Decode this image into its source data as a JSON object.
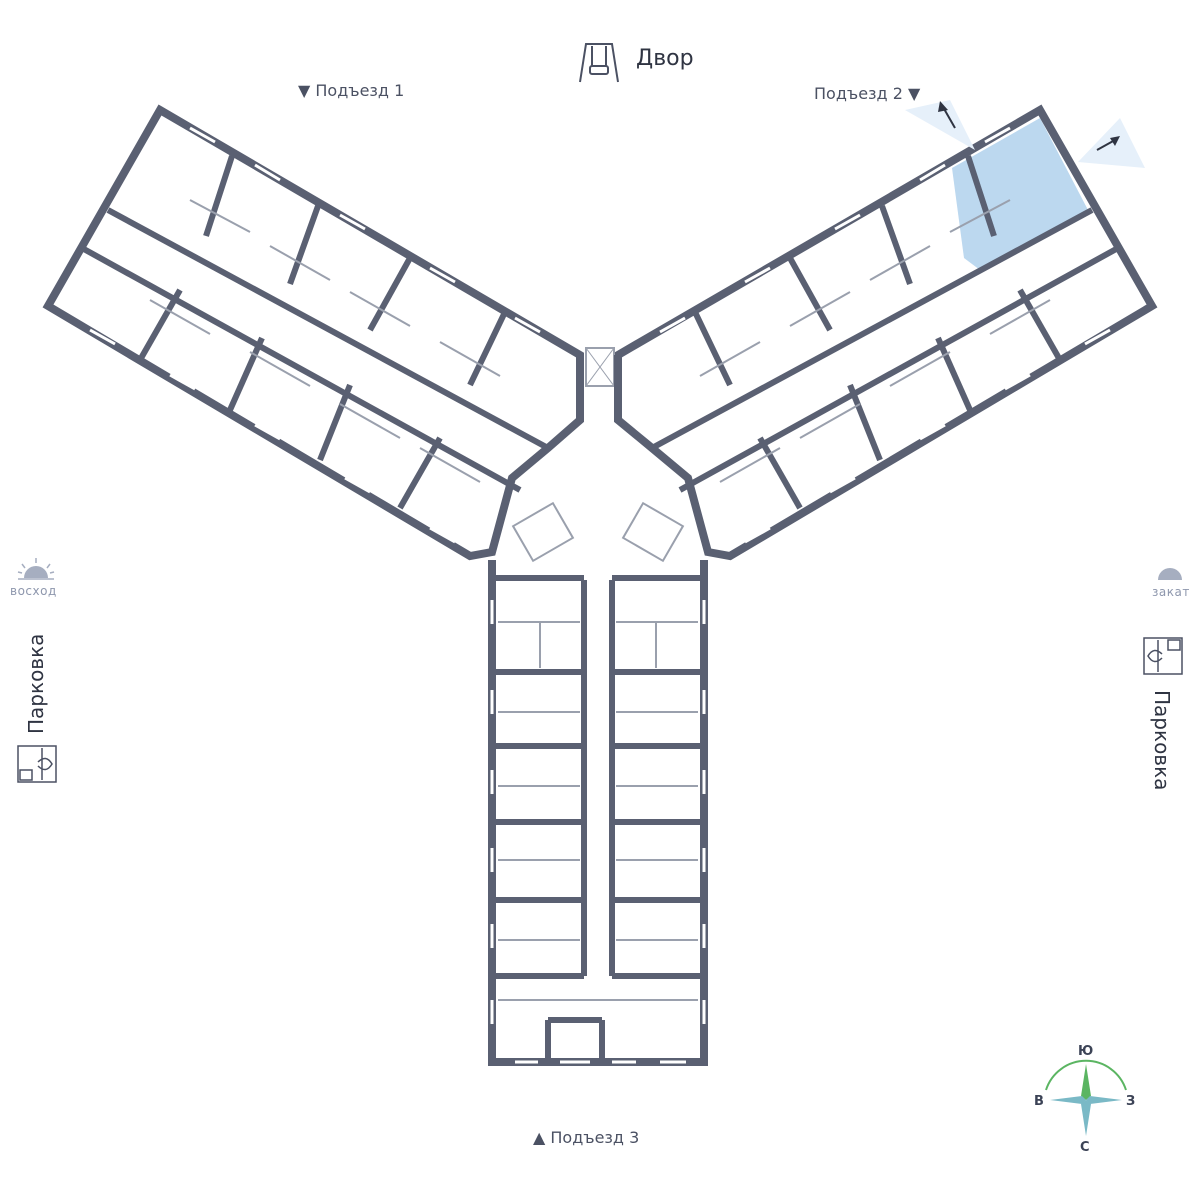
{
  "labels": {
    "courtyard": "Двор",
    "entrance_1": "▼ Подъезд 1",
    "entrance_2": "Подъезд 2 ▼",
    "entrance_3": "▲ Подъезд 3",
    "sunrise": "восход",
    "sunset": "закат",
    "parking_left": "Парковка",
    "parking_right": "Парковка"
  },
  "compass": {
    "south": "Ю",
    "north": "С",
    "east": "В",
    "west": "З"
  },
  "colors": {
    "wall": "#5a6072",
    "partition": "#9aa0ad",
    "highlight": "#bcd8ef",
    "arrow_glow": "#cfe2f5",
    "compass_green": "#5bb562",
    "compass_teal": "#7ab9c6",
    "muted": "#a6aec0"
  },
  "icons": [
    "swing-icon",
    "sunrise-icon",
    "sunset-icon",
    "parking-icon",
    "compass-icon",
    "view-arrow-icon"
  ],
  "highlighted_apartment": "selected-apartment"
}
